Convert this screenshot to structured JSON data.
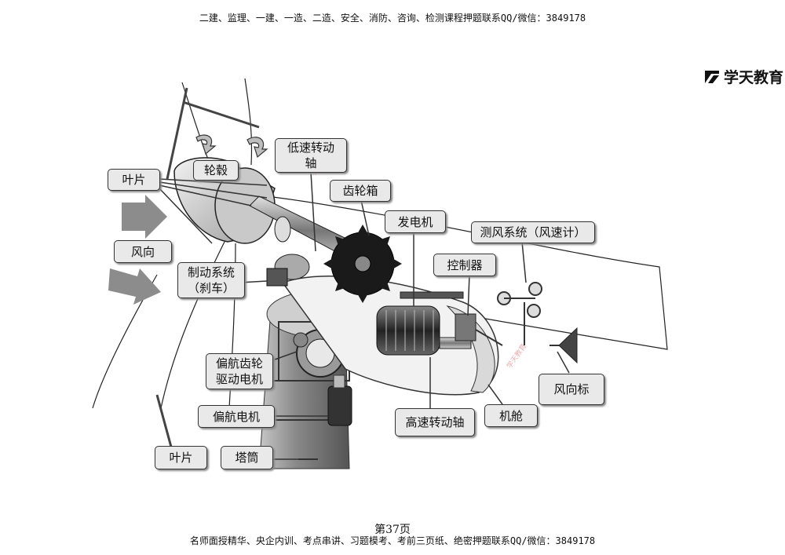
{
  "header": {
    "text": "二建、监理、一建、一造、二造、安全、消防、咨询、检测课程押题联系QQ/微信：3849178"
  },
  "logo": {
    "text": "学天教育"
  },
  "labels": {
    "blade_top": "叶片",
    "hub": "轮毂",
    "low_speed_line1": "低速转动",
    "low_speed_line2": "轴",
    "gearbox": "齿轮箱",
    "generator": "发电机",
    "anemometer": "测风系统（风速计）",
    "controller": "控制器",
    "wind_dir": "风向",
    "brake_line1": "制动系统",
    "brake_line2": "（刹车）",
    "yaw_gear_line1": "偏航齿轮",
    "yaw_gear_line2": "驱动电机",
    "yaw_motor": "偏航电机",
    "high_speed": "高速转动轴",
    "nacelle": "机舱",
    "wind_vane": "风向标",
    "blade_bottom": "叶片",
    "tower": "塔筒"
  },
  "page_number": "第37页",
  "footer": {
    "text": "名师面授精华、央企内训、考点串讲、习题模考、考前三页纸、绝密押题联系QQ/微信：3849178"
  }
}
